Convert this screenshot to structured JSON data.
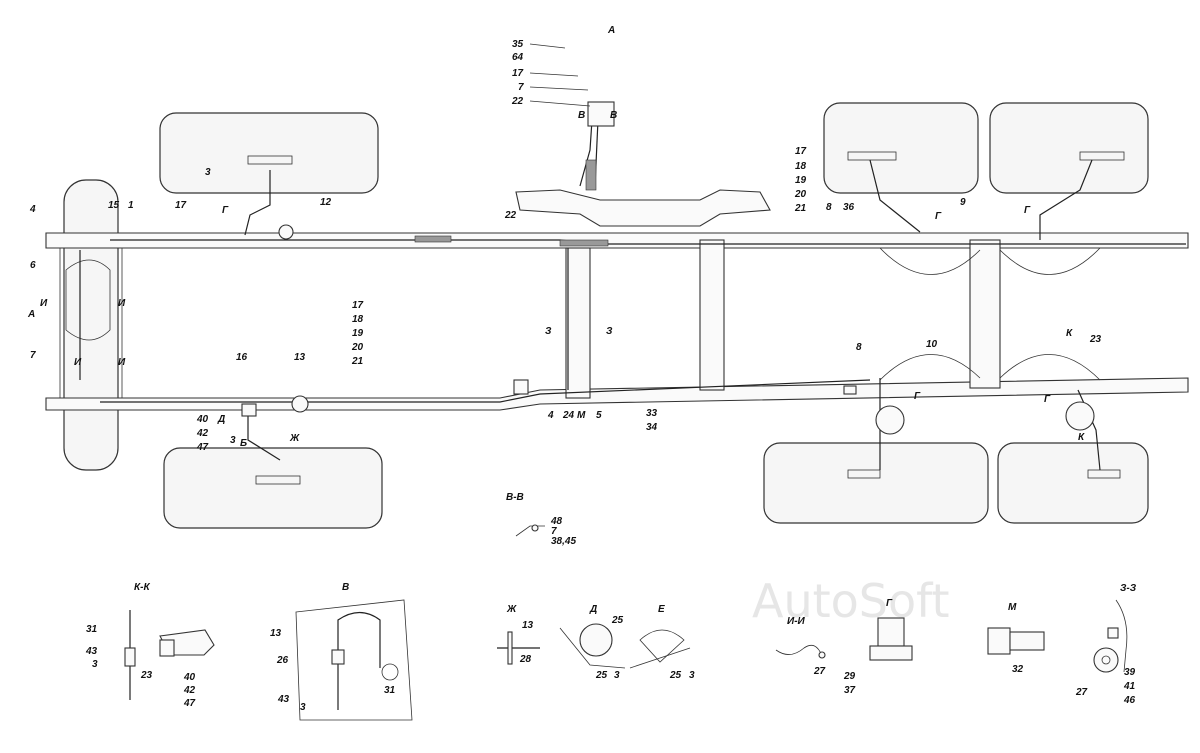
{
  "watermark": "AutoSoft",
  "views": {
    "A": "А",
    "KK": "К-К",
    "V": "В",
    "VV": "В-В",
    "Zh": "Ж",
    "D": "Д",
    "E": "Е",
    "II": "И-И",
    "G": "Г",
    "M": "М",
    "ZZ": "З-З"
  },
  "markers": {
    "G": "Г",
    "I": "И",
    "Z": "З",
    "K": "К",
    "A": "А",
    "V": "В",
    "B": "Б",
    "D": "Д",
    "Zh": "Ж",
    "M": "М"
  },
  "numbers": {
    "n1": "1",
    "n3": "3",
    "n4": "4",
    "n5": "5",
    "n6": "6",
    "n7": "7",
    "n8": "8",
    "n9": "9",
    "n10": "10",
    "n12": "12",
    "n13": "13",
    "n15": "15",
    "n16": "16",
    "n17": "17",
    "n18": "18",
    "n19": "19",
    "n20": "20",
    "n21": "21",
    "n22": "22",
    "n23": "23",
    "n24": "24",
    "n25": "25",
    "n26": "26",
    "n27": "27",
    "n28": "28",
    "n29": "29",
    "n31": "31",
    "n32": "32",
    "n33": "33",
    "n34": "34",
    "n35": "35",
    "n36": "36",
    "n37": "37",
    "n38_45": "38,45",
    "n39": "39",
    "n40": "40",
    "n41": "41",
    "n42": "42",
    "n43": "43",
    "n46": "46",
    "n47": "47",
    "n48": "48",
    "n64": "64"
  }
}
